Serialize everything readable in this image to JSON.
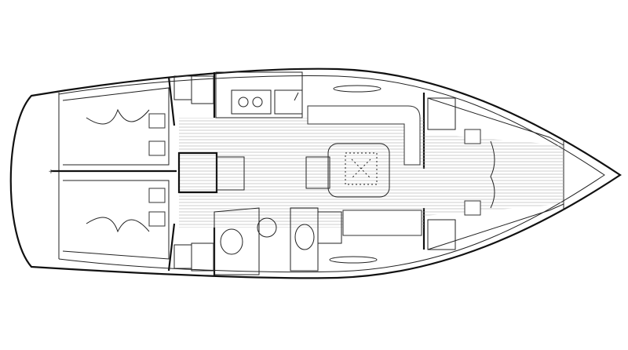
{
  "diagram": {
    "kind": "sailboat-interior-layout",
    "colors": {
      "line": "#222222",
      "background": "#ffffff",
      "floor": "#aaaaaa"
    },
    "areas": [
      "aft-cabin-port",
      "aft-cabin-starboard",
      "galley",
      "saloon",
      "chart-table",
      "head",
      "forward-cabin"
    ]
  }
}
